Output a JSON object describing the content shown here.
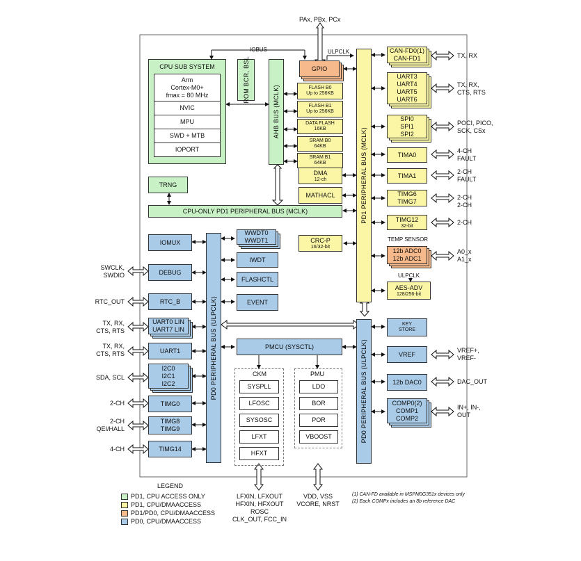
{
  "top": {
    "ports": "PAx, PBx, PCx",
    "iobus": "IOBUS",
    "ulpclk_top": "ULPCLK"
  },
  "cpu": {
    "title": "CPU SUB SYSTEM",
    "core": [
      "Arm",
      "Cortex-M0+",
      "fmax = 80 MHz"
    ],
    "rows": [
      "NVIC",
      "MPU",
      "SWD + MTB",
      "IOPORT"
    ]
  },
  "rom": {
    "label": "ROM",
    "sub": "BCR, BSL"
  },
  "ahb": {
    "label": "AHB BUS (MCLK)"
  },
  "gpio": {
    "label": "GPIO"
  },
  "mem": [
    {
      "l1": "FLASH B0",
      "l2": "Up to 256KB"
    },
    {
      "l1": "FLASH B1",
      "l2": "Up to 256KB"
    },
    {
      "l1": "DATA FLASH",
      "l2": "16KB"
    },
    {
      "l1": "SRAM B0",
      "l2": "64KB"
    },
    {
      "l1": "SRAM B1",
      "l2": "64KB"
    }
  ],
  "dma": {
    "l1": "DMA",
    "l2": "12-ch"
  },
  "mathacl": "MATHACL",
  "trng": "TRNG",
  "cpubus": "CPU-ONLY PD1 PERIPHERAL BUS (MCLK)",
  "pd1bus": "PD1 PERIPHERAL BUS (MCLK)",
  "pd0bus_left": "PD0 PERIPHERAL BUS (ULPCLK)",
  "pd0bus_right": "PD0 PERIPHERAL BUS (ULPCLK)",
  "crcp": {
    "l1": "CRC-P",
    "l2": "16/32-bit"
  },
  "right_pd1": [
    {
      "lines": [
        "CAN-FD0(1)",
        "CAN-FD1"
      ],
      "ext": [
        "TX, RX"
      ]
    },
    {
      "lines": [
        "UART3",
        "UART4",
        "UART5",
        "UART6"
      ],
      "ext": [
        "TX, RX,",
        "CTS, RTS"
      ]
    },
    {
      "lines": [
        "SPI0",
        "SPI1",
        "SPI2"
      ],
      "ext": [
        "POCI, PICO,",
        "SCK, CSx"
      ]
    },
    {
      "lines": [
        "TIMA0"
      ],
      "ext": [
        "4-CH",
        "FAULT"
      ]
    },
    {
      "lines": [
        "TIMA1"
      ],
      "ext": [
        "2-CH",
        "FAULT"
      ]
    },
    {
      "lines": [
        "TIMG6",
        "TIMG7"
      ],
      "ext": [
        "2-CH",
        "2-CH"
      ]
    },
    {
      "lines": [
        "TIMG12",
        "32-bit"
      ],
      "ext": [
        "2-CH"
      ]
    }
  ],
  "tempsensor": "TEMP SENSOR",
  "adc": {
    "lines": [
      "12b ADC0",
      "12b ADC1"
    ],
    "ext": [
      "A0_x",
      "A1_x"
    ]
  },
  "ulpclk_right": "ULPCLK",
  "aes": {
    "l1": "AES-ADV",
    "l2": "128/256-bit"
  },
  "keystore": {
    "l1": "KEY",
    "l2": "STORE"
  },
  "right_pd0": [
    {
      "lines": [
        "VREF"
      ],
      "ext": [
        "VREF+,",
        "VREF-"
      ]
    },
    {
      "lines": [
        "12b DAC0"
      ],
      "ext": [
        "DAC_OUT"
      ]
    },
    {
      "lines": [
        "COMP0(2)",
        "COMP1",
        "COMP2"
      ],
      "ext": [
        "IN+, IN-,",
        "OUT"
      ]
    }
  ],
  "left_pd0": [
    {
      "lines": [
        "IOMUX"
      ],
      "ext": []
    },
    {
      "lines": [
        "DEBUG"
      ],
      "ext": [
        "SWCLK,",
        "SWDIO"
      ]
    },
    {
      "lines": [
        "RTC_B"
      ],
      "ext": [
        "RTC_OUT"
      ]
    },
    {
      "lines": [
        "UART0 LIN",
        "UART7 LIN"
      ],
      "ext": [
        "TX, RX,",
        "CTS, RTS"
      ]
    },
    {
      "lines": [
        "UART1"
      ],
      "ext": [
        "TX, RX,",
        "CTS, RTS"
      ]
    },
    {
      "lines": [
        "I2C0",
        "I2C1",
        "I2C2"
      ],
      "ext": [
        "SDA, SCL"
      ]
    },
    {
      "lines": [
        "TIMG0"
      ],
      "ext": [
        "2-CH"
      ]
    },
    {
      "lines": [
        "TIMG8",
        "TIMG9"
      ],
      "ext": [
        "2-CH",
        "QEI/HALL"
      ]
    },
    {
      "lines": [
        "TIMG14"
      ],
      "ext": [
        "4-CH"
      ]
    }
  ],
  "mid_pd0": [
    "WWDT0 WWDT1",
    "IWDT",
    "FLASHCTL",
    "EVENT"
  ],
  "pmcu": "PMCU (SYSCTL)",
  "ckm": {
    "title": "CKM",
    "items": [
      "SYSPLL",
      "LFOSC",
      "SYSOSC",
      "LFXT",
      "HFXT"
    ]
  },
  "pmu": {
    "title": "PMU",
    "items": [
      "LDO",
      "BOR",
      "POR",
      "VBOOST"
    ]
  },
  "bottom": {
    "clk_pins": [
      "LFXIN, LFXOUT",
      "HFXIN, HFXOUT",
      "ROSC",
      "CLK_OUT, FCC_IN"
    ],
    "pwr_pins": [
      "VDD, VSS",
      "VCORE, NRST"
    ]
  },
  "legend": {
    "title": "LEGEND",
    "items": [
      {
        "label": "PD1, CPU ACCESS ONLY",
        "color": "#c9f1c6"
      },
      {
        "label": "PD1, CPU/DMAACCESS",
        "color": "#fbf6a6"
      },
      {
        "label": "PD1/PD0, CPU/DMAACCESS",
        "color": "#f6b98c"
      },
      {
        "label": "PD0, CPU/DMAACCESS",
        "color": "#a9cbe8"
      }
    ]
  },
  "notes": [
    "(1) CAN-FD available in MSPM0G351x devices only",
    "(2) Each COMPx includes an 8b reference DAC"
  ]
}
